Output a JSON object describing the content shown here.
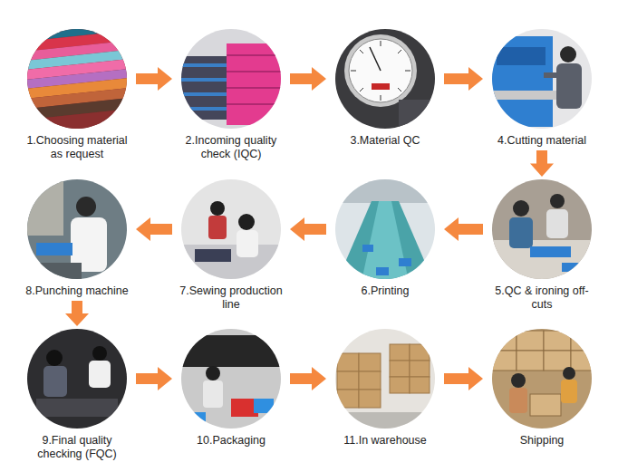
{
  "diagram": {
    "nodes": [
      {
        "text": [
          "1.Choosing material as request"
        ]
      },
      {
        "text": [
          "2.Incoming quality check (IQC)"
        ]
      },
      {
        "text": [
          "3.Material QC"
        ]
      },
      {
        "text": [
          "4.Cutting material"
        ]
      },
      {
        "text": [
          "5.QC & ironing off-cuts"
        ]
      },
      {
        "text": [
          "6.Printing"
        ]
      },
      {
        "text": [
          "7.Sewing production line"
        ]
      },
      {
        "text": [
          "8.Punching machine"
        ]
      },
      {
        "text": [
          "9.Final quality checking (FQC)"
        ]
      },
      {
        "text": [
          "10.Packaging"
        ]
      },
      {
        "text": [
          "11.In warehouse"
        ]
      },
      {
        "text": [
          "Shipping"
        ]
      }
    ],
    "edges": [
      {
        "from": 0,
        "to": 1,
        "arrow": "to"
      },
      {
        "from": 1,
        "to": 2,
        "arrow": "to"
      },
      {
        "from": 2,
        "to": 3,
        "arrow": "to"
      },
      {
        "from": 3,
        "to": 4,
        "arrow": "to"
      },
      {
        "from": 4,
        "to": 5,
        "arrow": "to"
      },
      {
        "from": 5,
        "to": 6,
        "arrow": "to"
      },
      {
        "from": 6,
        "to": 7,
        "arrow": "to"
      },
      {
        "from": 7,
        "to": 8,
        "arrow": "to"
      },
      {
        "from": 8,
        "to": 9,
        "arrow": "to"
      },
      {
        "from": 9,
        "to": 10,
        "arrow": "to"
      },
      {
        "from": 10,
        "to": 11,
        "arrow": "to"
      }
    ]
  }
}
